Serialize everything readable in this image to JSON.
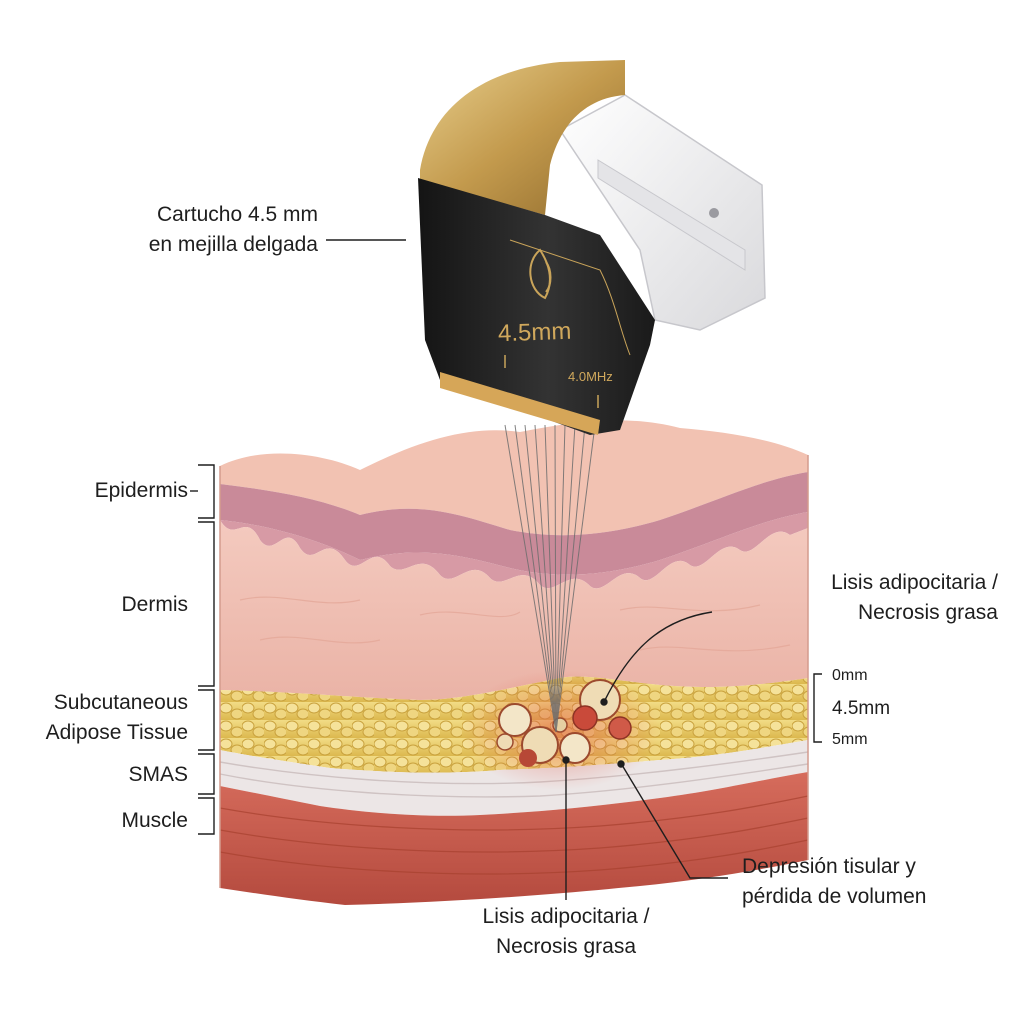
{
  "cartridge_callout": {
    "line1": "Cartucho 4.5 mm",
    "line2": "en mejilla delgada"
  },
  "device": {
    "depth_marking": "4.5mm",
    "frequency_marking": "4.0MHz"
  },
  "layers": {
    "epidermis": "Epidermis",
    "dermis": "Dermis",
    "subcutaneous_line1": "Subcutaneous",
    "subcutaneous_line2": "Adipose Tissue",
    "smas": "SMAS",
    "muscle": "Muscle"
  },
  "depth_scale": {
    "top": "0mm",
    "mid": "4.5mm",
    "bottom": "5mm"
  },
  "callout_right_top": {
    "line1": "Lisis adipocitaria /",
    "line2": "Necrosis grasa"
  },
  "callout_right_bottom": {
    "line1": "Depresión tisular y",
    "line2": "pérdida de volumen"
  },
  "callout_bottom": {
    "line1": "Lisis adipocitaria /",
    "line2": "Necrosis grasa"
  },
  "colors": {
    "epidermis": "#c98a99",
    "dermis": "#efc0b4",
    "fat": "#e9cd67",
    "smas": "#ece6e6",
    "muscle": "#c85a4c",
    "device_gold": "#c9a45a",
    "device_black": "#262626"
  }
}
